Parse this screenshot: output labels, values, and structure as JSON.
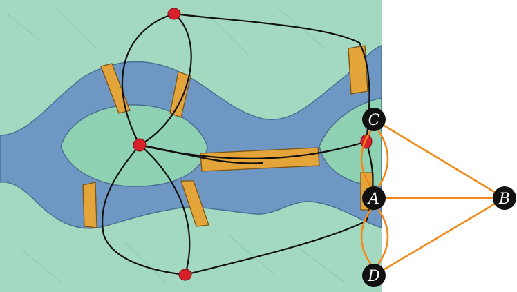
{
  "graph": {
    "nodes": [
      {
        "id": "C",
        "label": "C"
      },
      {
        "id": "A",
        "label": "A"
      },
      {
        "id": "D",
        "label": "D"
      },
      {
        "id": "B",
        "label": "B"
      }
    ],
    "edges": [
      {
        "from": "C",
        "to": "B"
      },
      {
        "from": "A",
        "to": "B"
      },
      {
        "from": "D",
        "to": "B"
      },
      {
        "from": "C",
        "to": "A",
        "count": 2
      },
      {
        "from": "A",
        "to": "D",
        "count": 2
      }
    ]
  },
  "colors": {
    "water": "#6f97c3",
    "land": "#8fd1b3",
    "bridge": "#e3a43a",
    "paper": "#f7f9f7",
    "node_fill": "#111111",
    "node_text": "#ffffff",
    "graph_edge": "#f08a1c",
    "hand_path": "#111111",
    "hand_vertex": "#d6212b"
  },
  "icons": {
    "drawing": "hand-drawn-map-of-konigsberg-bridges"
  }
}
